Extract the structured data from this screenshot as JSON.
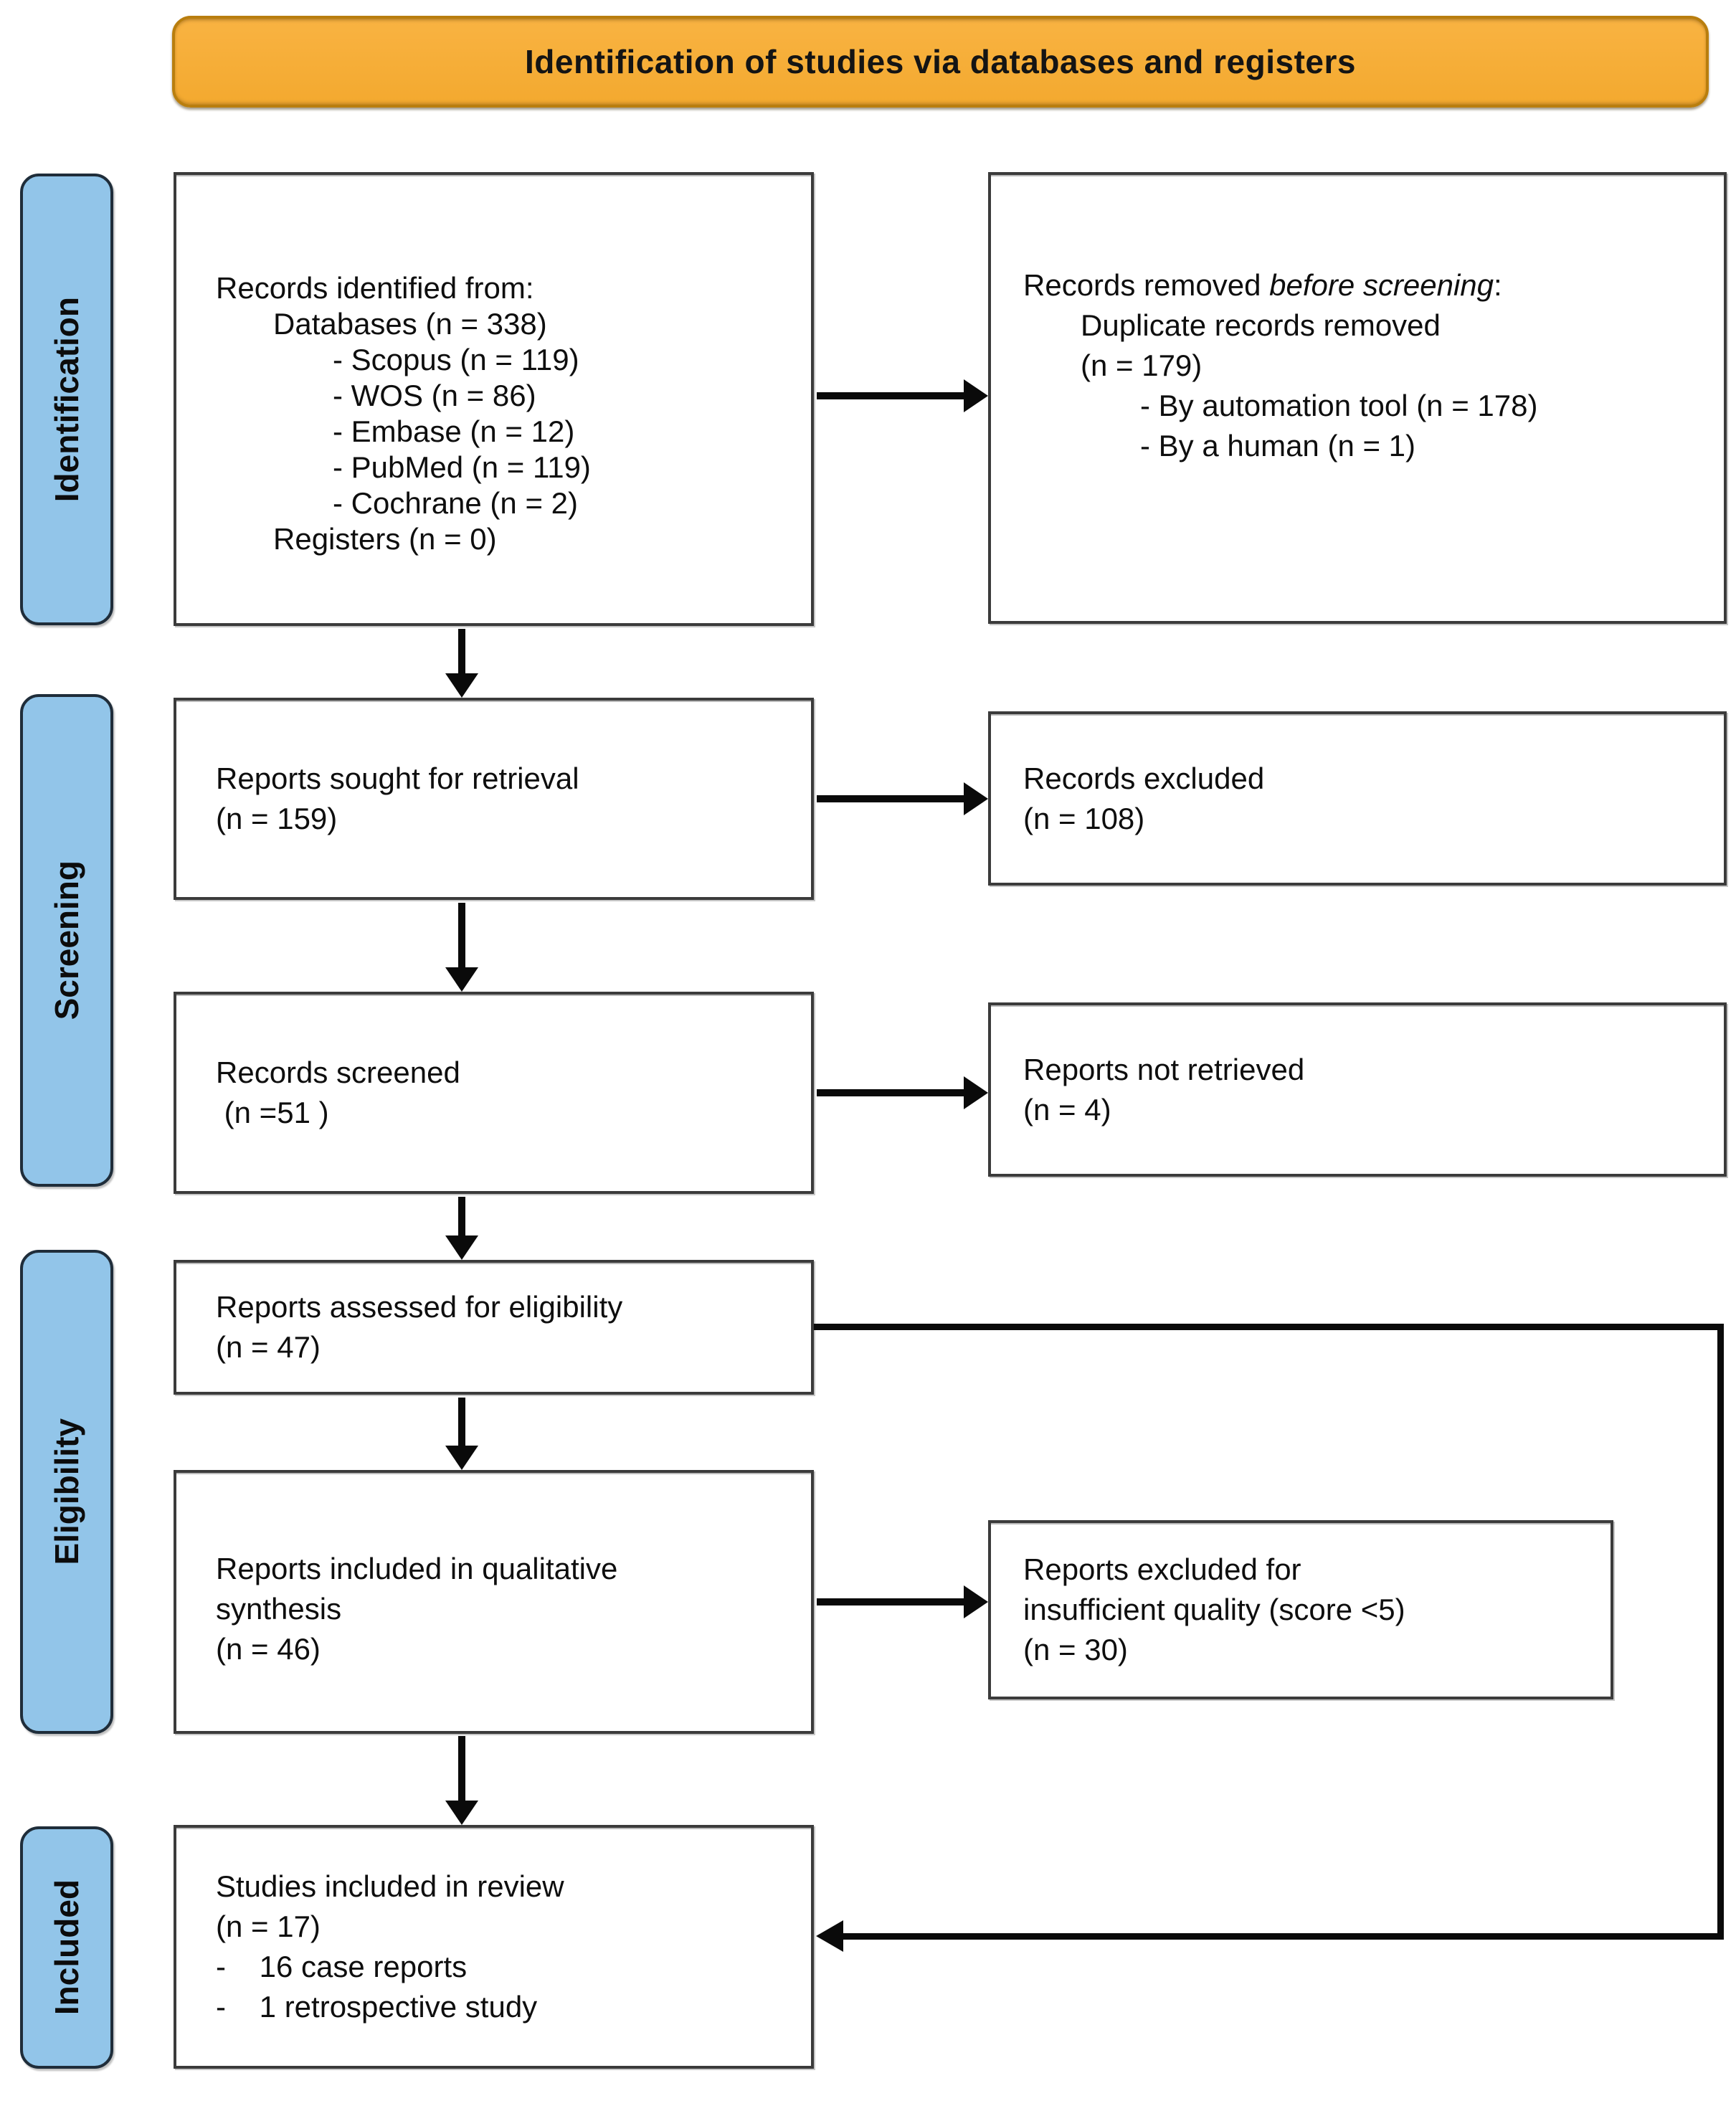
{
  "banner": {
    "label": "Identification of studies via databases and registers"
  },
  "stages": [
    {
      "label": "Identification"
    },
    {
      "label": "Screening"
    },
    {
      "label": "Eligibility"
    },
    {
      "label": "Included"
    }
  ],
  "boxes": {
    "records_identified": {
      "lines": [
        {
          "text": "Records identified from:",
          "indent": 0
        },
        {
          "text": "Databases (n = 338)",
          "indent": 1
        },
        {
          "text": "- Scopus (n = 119)",
          "indent": 2
        },
        {
          "text": "- WOS (n = 86)",
          "indent": 2
        },
        {
          "text": "- Embase (n = 12)",
          "indent": 2
        },
        {
          "text": "- PubMed (n = 119)",
          "indent": 2
        },
        {
          "text": "- Cochrane (n = 2)",
          "indent": 2
        },
        {
          "text": "Registers (n = 0)",
          "indent": 1
        }
      ]
    },
    "records_removed": {
      "lines": [
        {
          "parts": [
            {
              "text": "Records removed "
            },
            {
              "text": "before screening",
              "italic": true
            },
            {
              "text": ":"
            }
          ],
          "indent": 0
        },
        {
          "text": "Duplicate records removed",
          "indent": 1
        },
        {
          "text": "(n = 179)",
          "indent": 1
        },
        {
          "text": "- By automation tool (n = 178)",
          "indent": 2
        },
        {
          "text": "- By a human (n = 1)",
          "indent": 2
        }
      ]
    },
    "reports_sought": {
      "lines": [
        {
          "text": "Reports sought for retrieval",
          "indent": 0
        },
        {
          "text": "(n = 159)",
          "indent": 0
        }
      ]
    },
    "records_excluded": {
      "lines": [
        {
          "text": "Records excluded",
          "indent": 0
        },
        {
          "text": "(n = 108)",
          "indent": 0
        }
      ]
    },
    "records_screened": {
      "lines": [
        {
          "text": "Records screened",
          "indent": 0
        },
        {
          "text": " (n =51 )",
          "indent": 0
        }
      ]
    },
    "reports_not_retrieved": {
      "lines": [
        {
          "text": "Reports not retrieved",
          "indent": 0
        },
        {
          "text": "(n = 4)",
          "indent": 0
        }
      ]
    },
    "reports_assessed": {
      "lines": [
        {
          "text": "Reports assessed for eligibility",
          "indent": 0
        },
        {
          "text": "(n = 47)",
          "indent": 0
        }
      ]
    },
    "reports_included_qualitative": {
      "lines": [
        {
          "text": "Reports included in qualitative",
          "indent": 0
        },
        {
          "text": "synthesis",
          "indent": 0
        },
        {
          "text": "(n = 46)",
          "indent": 0
        }
      ]
    },
    "reports_excluded_quality": {
      "lines": [
        {
          "text": "Reports excluded for",
          "indent": 0
        },
        {
          "text": "insufficient quality (score <5)",
          "indent": 0
        },
        {
          "text": "(n = 30)",
          "indent": 0
        }
      ]
    },
    "studies_included": {
      "lines": [
        {
          "text": "Studies included in review",
          "indent": 0
        },
        {
          "text": "(n = 17)",
          "indent": 0
        },
        {
          "text": "-    16 case reports",
          "indent": 0
        },
        {
          "text": "-    1 retrospective study",
          "indent": 0
        }
      ]
    }
  },
  "colors": {
    "banner_fill": "#f9b342",
    "banner_border": "#b97e0e",
    "stage_fill": "#92c5e9",
    "stage_border": "#1f2d3a",
    "box_border": "#3b3b3b",
    "arrow": "#0a0a0a"
  }
}
